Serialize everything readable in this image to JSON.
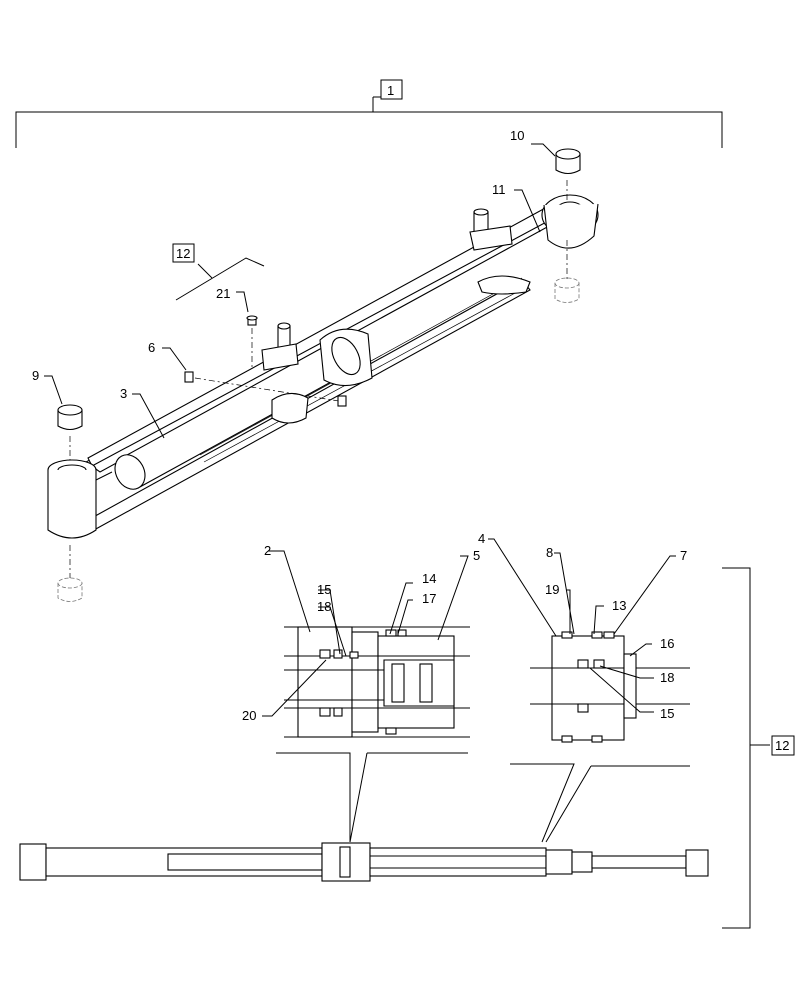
{
  "callouts": {
    "c1": "1",
    "c2": "2",
    "c3": "3",
    "c4": "4",
    "c5": "5",
    "c6": "6",
    "c7": "7",
    "c8": "8",
    "c9": "9",
    "c10": "10",
    "c11": "11",
    "c12a": "12",
    "c12b": "12",
    "c13": "13",
    "c14": "14",
    "c15a": "15",
    "c15b": "15",
    "c16": "16",
    "c17": "17",
    "c18a": "18",
    "c18b": "18",
    "c19": "19",
    "c20": "20",
    "c21": "21"
  }
}
